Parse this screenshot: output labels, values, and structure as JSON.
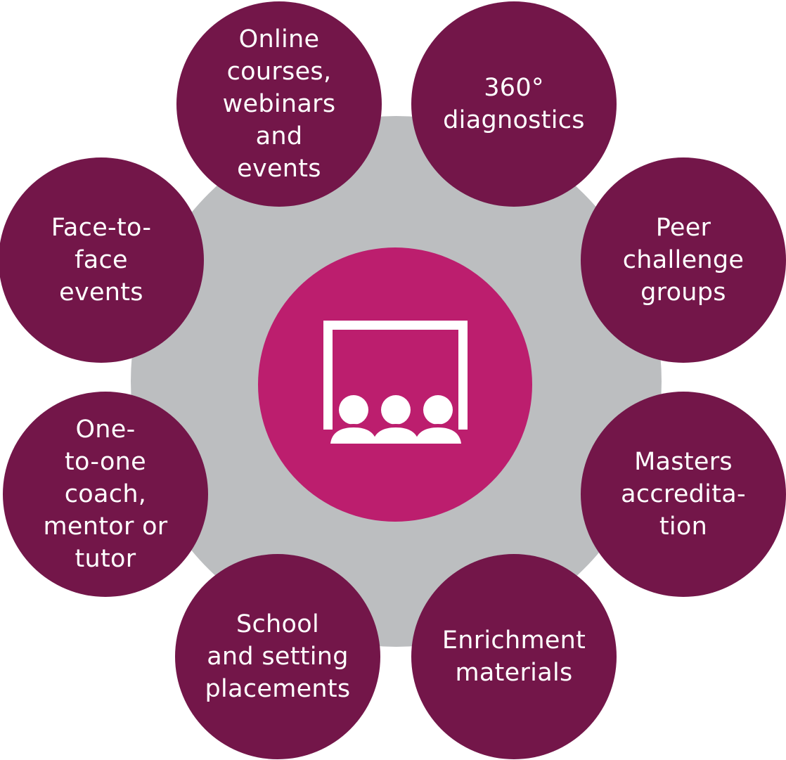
{
  "colors": {
    "node_fill": "#731649",
    "hub_fill": "#bc1e6e",
    "ring_fill": "#bcbec0",
    "text": "#ffffff",
    "background": "#ffffff"
  },
  "hub": {
    "icon": "audience-presentation-icon"
  },
  "nodes": [
    {
      "label": "Online\ncourses,\nwebinars\nand\nevents"
    },
    {
      "label": "360°\ndiagnostics"
    },
    {
      "label": "Peer\nchallenge\ngroups"
    },
    {
      "label": "Masters\naccredita-\ntion"
    },
    {
      "label": "Enrichment\nmaterials"
    },
    {
      "label": "School\nand setting\nplacements"
    },
    {
      "label": "One-\nto-one\ncoach,\nmentor or\ntutor"
    },
    {
      "label": "Face-to-\nface\nevents"
    }
  ]
}
